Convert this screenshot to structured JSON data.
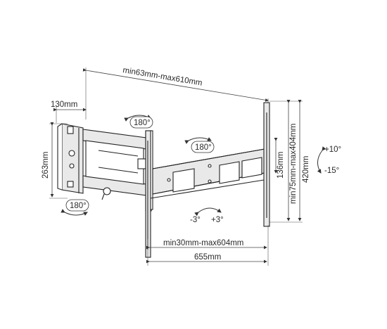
{
  "labels": {
    "top_span": "min63mm-max610mm",
    "wall_depth": "130mm",
    "wall_height": "263mm",
    "rot_left_top": "180°",
    "rot_left_bottom": "180°",
    "rot_center": "180°",
    "vesa_h": "136mm",
    "vesa_v": "min75mm-max404mm",
    "plate_height": "420mm",
    "tilt_up": "+10°",
    "tilt_down": "-15°",
    "level_minus": "-3°",
    "level_plus": "+3°",
    "bottom_span": "min30mm-max604mm",
    "bottom_width": "655mm"
  },
  "colors": {
    "line": "#222222",
    "fill": "#e9e9e9",
    "background": "#ffffff"
  }
}
